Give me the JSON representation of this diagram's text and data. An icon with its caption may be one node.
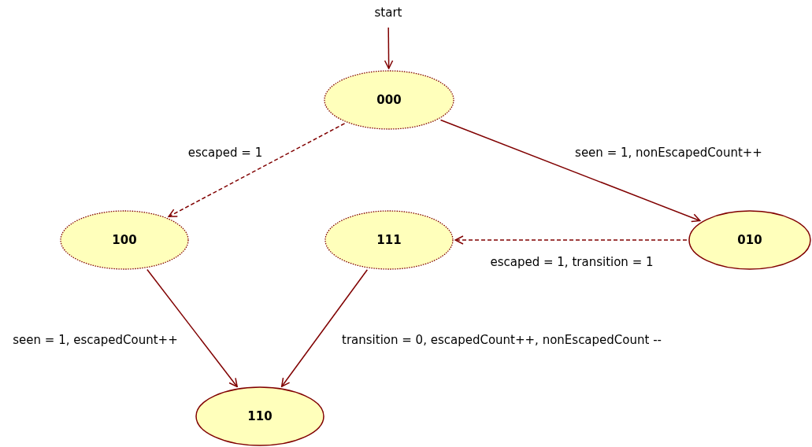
{
  "diagram": {
    "nodes": [
      {
        "text": [
          "start"
        ]
      },
      {
        "text": [
          "000"
        ]
      },
      {
        "text": [
          "100"
        ]
      },
      {
        "text": [
          "111"
        ]
      },
      {
        "text": [
          "010"
        ]
      },
      {
        "text": [
          "110"
        ]
      }
    ],
    "edges": [
      {
        "from": 0,
        "to": 1,
        "arrow": "to"
      },
      {
        "from": 1,
        "to": 2,
        "arrow": "to",
        "style": "dashed",
        "label": "escaped = 1"
      },
      {
        "from": 1,
        "to": 4,
        "arrow": "to",
        "label": "seen = 1, nonEscapedCount++"
      },
      {
        "from": 4,
        "to": 3,
        "arrow": "to",
        "style": "dashed",
        "label": "escaped = 1, transition = 1"
      },
      {
        "from": 2,
        "to": 5,
        "arrow": "to",
        "label": "seen = 1, escapedCount++"
      },
      {
        "from": 3,
        "to": 5,
        "arrow": "to",
        "label": "transition = 0, escapedCount++, nonEscapedCount --"
      }
    ]
  }
}
